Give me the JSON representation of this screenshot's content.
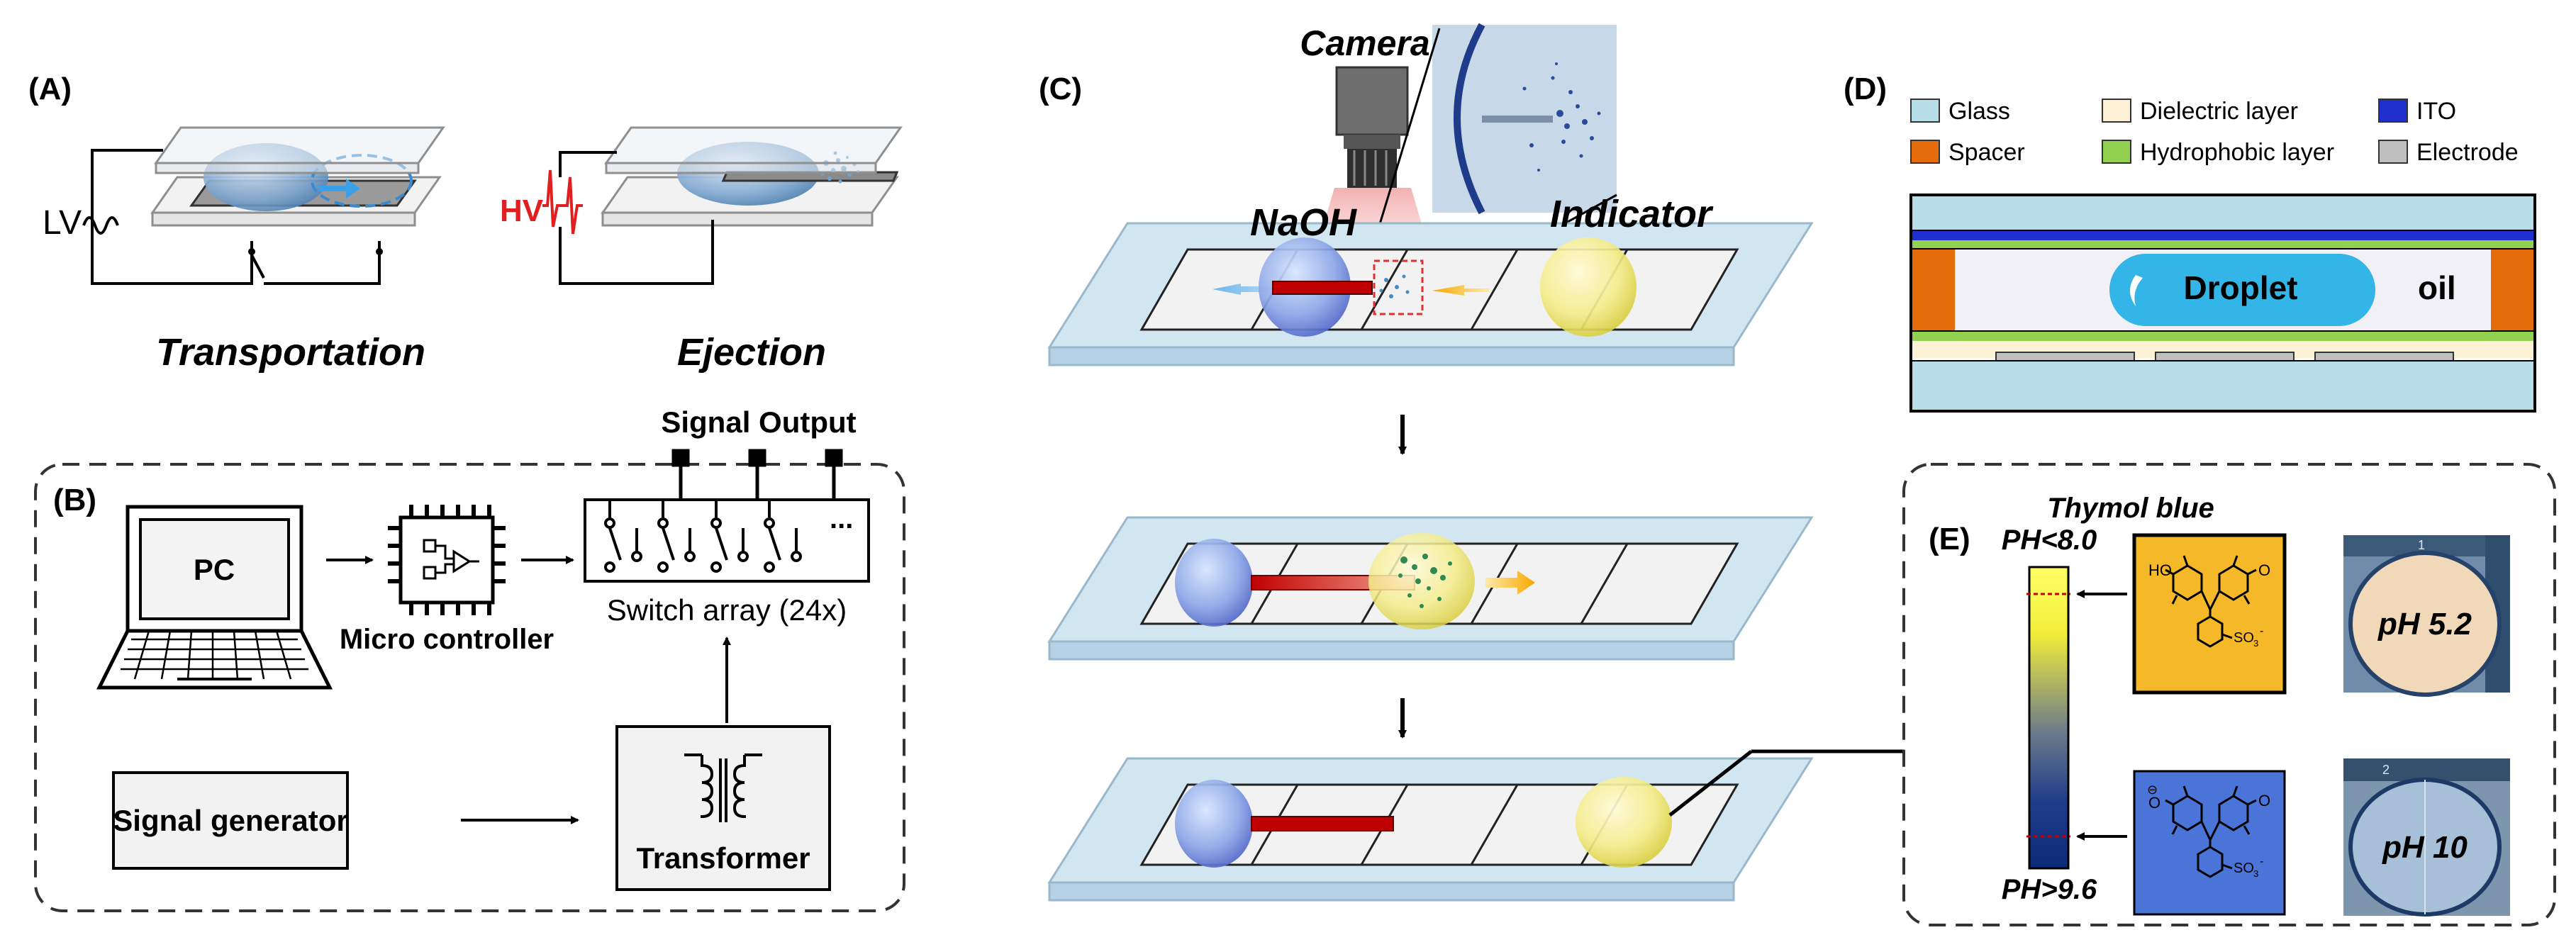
{
  "panels": {
    "a": {
      "label": "(A)",
      "lv": "LV",
      "hv": "HV",
      "transport_caption": "Transportation",
      "ejection_caption": "Ejection"
    },
    "b": {
      "label": "(B)",
      "pc": "PC",
      "micro_controller": "Micro controller",
      "switch_array": "Switch array (24x)",
      "signal_output": "Signal Output",
      "ellipsis": "...",
      "signal_generator": "Signal generator",
      "transformer": "Transformer"
    },
    "c": {
      "label": "(C)",
      "camera": "Camera",
      "naoh": "NaOH",
      "indicator": "Indicator"
    },
    "d": {
      "label": "(D)",
      "legend": [
        {
          "name": "Glass",
          "color": "#b7dee8"
        },
        {
          "name": "Dielectric layer",
          "color": "#fdf2d6"
        },
        {
          "name": "ITO",
          "color": "#1f2fd0"
        },
        {
          "name": "Spacer",
          "color": "#e46c0a"
        },
        {
          "name": "Hydrophobic layer",
          "color": "#92d050"
        },
        {
          "name": "Electrode",
          "color": "#bfbfbf"
        }
      ],
      "droplet": "Droplet",
      "oil": "oil"
    },
    "e": {
      "label": "(E)",
      "title": "Thymol blue",
      "ph_top": "PH<8.0",
      "ph_bottom": "PH>9.6",
      "photo_1_label": "pH 5.2",
      "photo_2_label": "pH 10",
      "acid_color": "#f5b829",
      "base_color": "#4a74d8",
      "chem": {
        "ho": "HO",
        "o": "O",
        "so3": "SO",
        "so3_sub": "3",
        "minus": "-",
        "o_minus": "⊖"
      },
      "photo_1_marks": "1",
      "photo_2_marks": "2"
    }
  }
}
